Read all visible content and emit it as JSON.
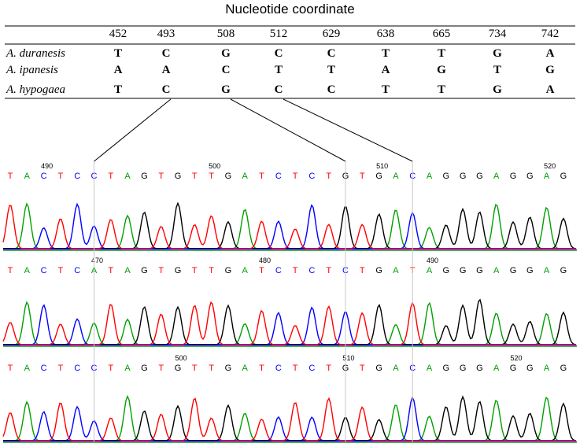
{
  "title": "Nucleotide coordinate",
  "table": {
    "positions": [
      "452",
      "493",
      "508",
      "512",
      "629",
      "638",
      "665",
      "734",
      "742"
    ],
    "rows": [
      {
        "species": "A. duranesis",
        "bases": [
          "T",
          "C",
          "G",
          "C",
          "C",
          "T",
          "T",
          "G",
          "A"
        ]
      },
      {
        "species": "A. ipanesis",
        "bases": [
          "A",
          "A",
          "C",
          "T",
          "T",
          "A",
          "G",
          "T",
          "G"
        ]
      },
      {
        "species": "A. hypogaea",
        "bases": [
          "T",
          "C",
          "G",
          "C",
          "C",
          "T",
          "T",
          "G",
          "A"
        ]
      }
    ]
  },
  "colors": {
    "A": "#00a000",
    "C": "#0000ff",
    "G": "#000000",
    "T": "#ff0000"
  },
  "traces": [
    {
      "sequence": "TACTCCTAGTGTTGATCTCTGTGACAGGGAGGAG",
      "position_labels": [
        {
          "text": "490",
          "base_index": 2
        },
        {
          "text": "500",
          "base_index": 12
        },
        {
          "text": "510",
          "base_index": 22
        },
        {
          "text": "520",
          "base_index": 32
        }
      ]
    },
    {
      "sequence": "TACTCATAGTGTTGATCTCTCTGATAGGGAGGAG",
      "position_labels": [
        {
          "text": "470",
          "base_index": 5
        },
        {
          "text": "480",
          "base_index": 15
        },
        {
          "text": "490",
          "base_index": 25
        }
      ]
    },
    {
      "sequence": "TACTCCTAGTGTTGATCTCTGTGACAGGGAGGAG",
      "position_labels": [
        {
          "text": "500",
          "base_index": 10
        },
        {
          "text": "510",
          "base_index": 20
        },
        {
          "text": "520",
          "base_index": 30
        }
      ]
    }
  ],
  "highlight_links": [
    {
      "table_position": "493",
      "base_index": 5
    },
    {
      "table_position": "508",
      "base_index": 20
    },
    {
      "table_position": "512",
      "base_index": 24
    }
  ]
}
